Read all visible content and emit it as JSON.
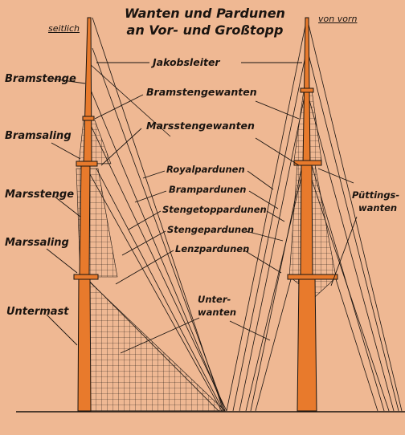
{
  "title": {
    "line1": "Wanten und Pardunen",
    "line2": "an Vor- und Großtopp"
  },
  "views": {
    "side": "seitlich",
    "front": "von vorn"
  },
  "mast_parts": {
    "bramstenge": "Bramstenge",
    "bramsaling": "Bramsaling",
    "marsstenge": "Marsstenge",
    "marssaling": "Marssaling",
    "untermast": "Untermast"
  },
  "rigging": {
    "jakobsleiter": "Jakobsleiter",
    "bramstengewanten": "Bramstengewanten",
    "marsstengewanten": "Marsstengewanten",
    "royalpardunen": "Royalpardunen",
    "brampardunen": "Brampardunen",
    "stengetoppardunen": "Stengetoppardunen",
    "stengepardunen": "Stengepardunen",
    "lenzpardunen": "Lenzpardunen",
    "unterwanten_1": "Unter-",
    "unterwanten_2": "wanten",
    "puettingswanten_1": "Püttings-",
    "puettingswanten_2": "wanten"
  },
  "colors": {
    "background": "#efb893",
    "mast": "#e87a2c",
    "ink": "#1a1410"
  }
}
